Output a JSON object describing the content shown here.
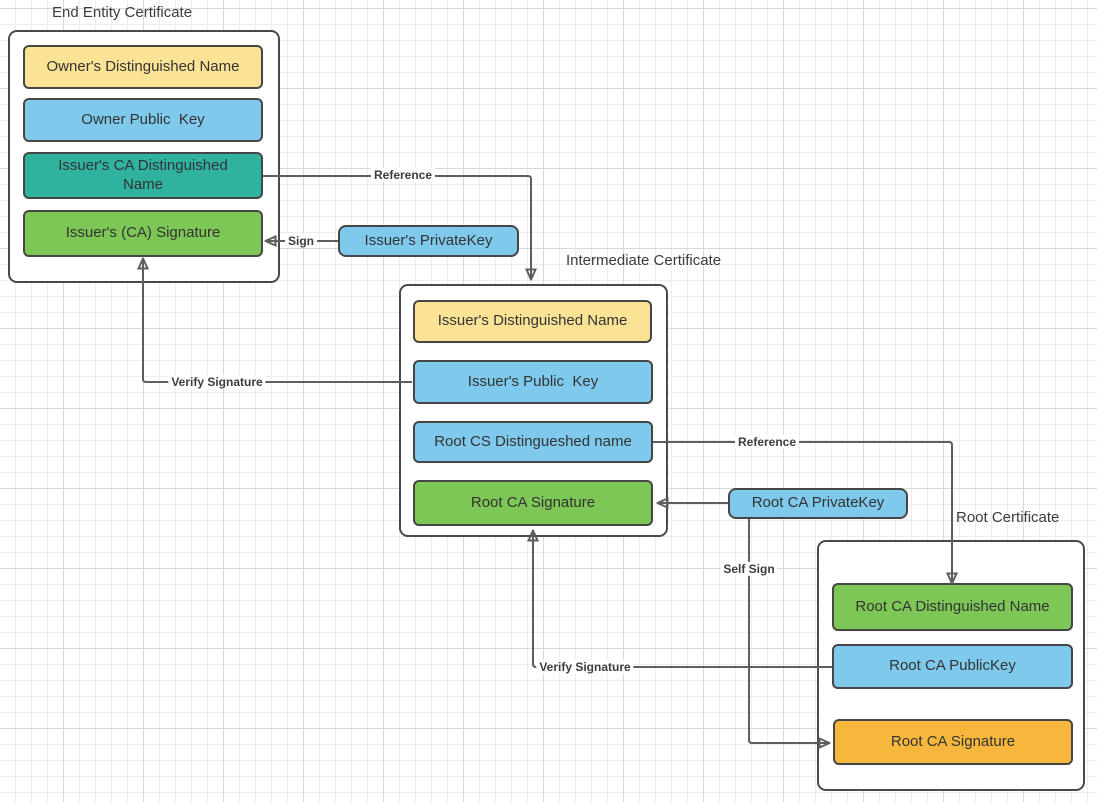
{
  "certificates": {
    "end_entity": {
      "title": "End Entity Certificate",
      "fields": [
        {
          "label": "Owner's Distinguished Name",
          "color": "#fbe396"
        },
        {
          "label": "Owner Public  Key",
          "color": "#7ec9ec"
        },
        {
          "label": "Issuer's CA Distinguished Name",
          "color": "#2fb29e"
        },
        {
          "label": "Issuer's (CA) Signature",
          "color": "#7cc755"
        }
      ]
    },
    "intermediate": {
      "title": "Intermediate Certificate",
      "fields": [
        {
          "label": "Issuer's Distinguished Name",
          "color": "#fbe396"
        },
        {
          "label": "Issuer's Public  Key",
          "color": "#7ec9ec"
        },
        {
          "label": "Root CS Distingueshed name",
          "color": "#7ec9ec"
        },
        {
          "label": "Root CA Signature",
          "color": "#7cc755"
        }
      ]
    },
    "root": {
      "title": "Root Certificate",
      "fields": [
        {
          "label": "Root CA Distinguished Name",
          "color": "#7cc755"
        },
        {
          "label": "Root CA PublicKey",
          "color": "#7ec9ec"
        },
        {
          "label": "Root CA Signature",
          "color": "#f7b63c"
        }
      ]
    }
  },
  "keys": {
    "issuer_private_key": {
      "label": "Issuer's PrivateKey",
      "color": "#7ec9ec"
    },
    "root_ca_private_key": {
      "label": "Root CA PrivateKey",
      "color": "#7ec9ec"
    }
  },
  "connectors": {
    "reference_top": {
      "label": "Reference",
      "from": "Issuer's CA Distinguished Name",
      "to": "Intermediate Certificate"
    },
    "sign": {
      "label": "Sign",
      "from": "Issuer's PrivateKey",
      "to": "Issuer's (CA) Signature"
    },
    "verify_signature_left": {
      "label": "Verify Signature",
      "from": "Issuer's Public  Key",
      "to": "Issuer's (CA) Signature"
    },
    "reference_mid": {
      "label": "Reference",
      "from": "Root CS Distingueshed name",
      "to": "Root CA Distinguished Name"
    },
    "key_to_signature": {
      "label": "",
      "from": "Root CA PrivateKey",
      "to": "Root CA Signature (intermediate)"
    },
    "self_sign": {
      "label": "Self Sign",
      "from": "Root CA PrivateKey",
      "to": "Root CA Signature (root)"
    },
    "verify_signature_right": {
      "label": "Verify Signature",
      "from": "Root CA PublicKey",
      "to": "Root CA Signature (intermediate)"
    }
  },
  "colors": {
    "line": "#5e5e5e",
    "border": "#464646",
    "grid_minor": "#ededed",
    "grid_major": "#d9d9d9",
    "text": "#333333"
  }
}
